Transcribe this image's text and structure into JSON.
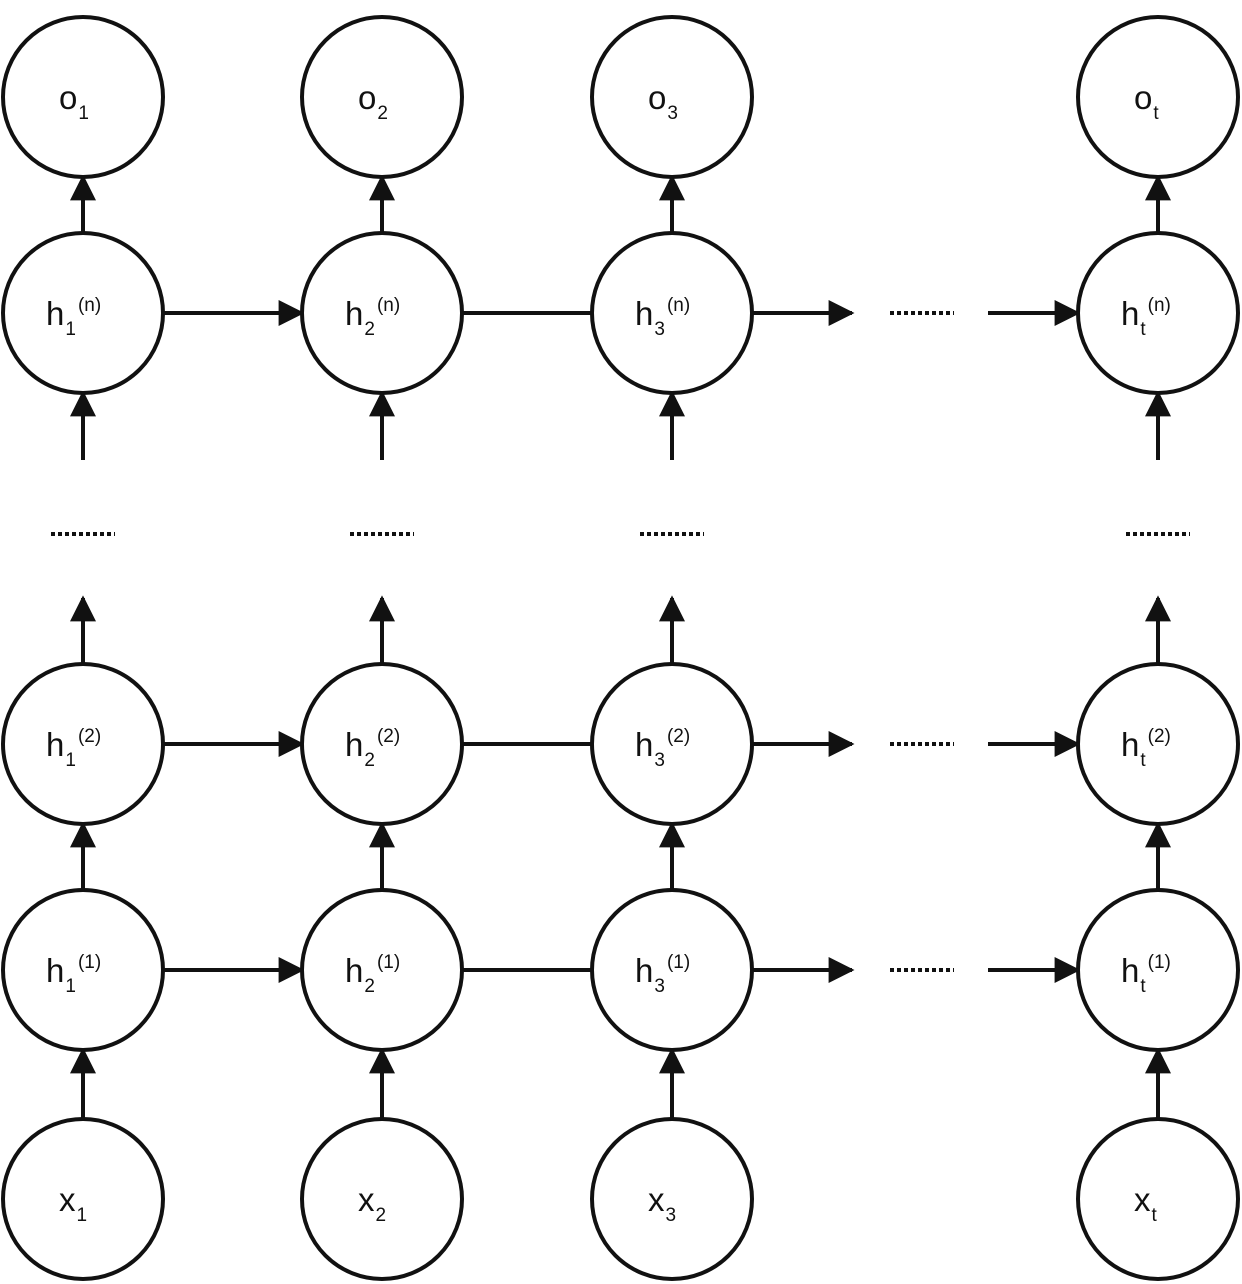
{
  "colors": {
    "stroke": "#111111",
    "background": "#ffffff"
  },
  "columns": [
    {
      "output": {
        "base": "o",
        "sub": "1",
        "sup": ""
      },
      "layer_n": {
        "base": "h",
        "sub": "1",
        "sup": "(n)"
      },
      "layer_2": {
        "base": "h",
        "sub": "1",
        "sup": "(2)"
      },
      "layer_1": {
        "base": "h",
        "sub": "1",
        "sup": "(1)"
      },
      "input": {
        "base": "x",
        "sub": "1",
        "sup": ""
      }
    },
    {
      "output": {
        "base": "o",
        "sub": "2",
        "sup": ""
      },
      "layer_n": {
        "base": "h",
        "sub": "2",
        "sup": "(n)"
      },
      "layer_2": {
        "base": "h",
        "sub": "2",
        "sup": "(2)"
      },
      "layer_1": {
        "base": "h",
        "sub": "2",
        "sup": "(1)"
      },
      "input": {
        "base": "x",
        "sub": "2",
        "sup": ""
      }
    },
    {
      "output": {
        "base": "o",
        "sub": "3",
        "sup": ""
      },
      "layer_n": {
        "base": "h",
        "sub": "3",
        "sup": "(n)"
      },
      "layer_2": {
        "base": "h",
        "sub": "3",
        "sup": "(2)"
      },
      "layer_1": {
        "base": "h",
        "sub": "3",
        "sup": "(1)"
      },
      "input": {
        "base": "x",
        "sub": "3",
        "sup": ""
      }
    },
    {
      "output": {
        "base": "o",
        "sub": "t",
        "sup": ""
      },
      "layer_n": {
        "base": "h",
        "sub": "t",
        "sup": "(n)"
      },
      "layer_2": {
        "base": "h",
        "sub": "t",
        "sup": "(2)"
      },
      "layer_1": {
        "base": "h",
        "sub": "t",
        "sup": "(1)"
      },
      "input": {
        "base": "x",
        "sub": "t",
        "sup": ""
      }
    }
  ]
}
